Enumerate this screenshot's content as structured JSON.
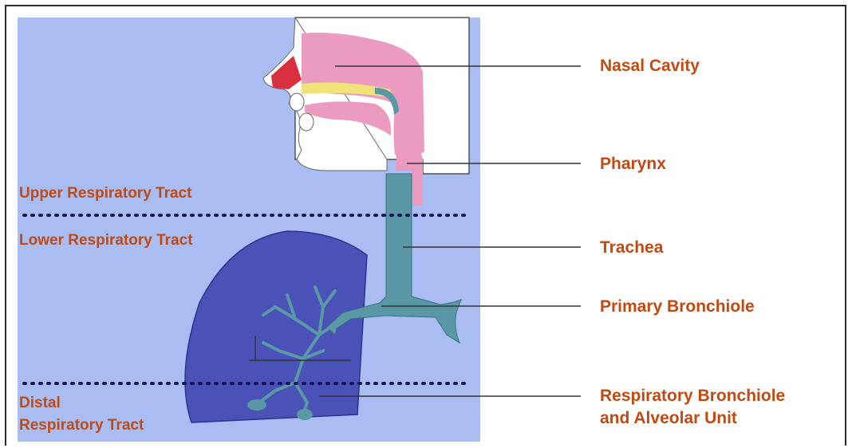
{
  "diagram": {
    "labels": {
      "nasal_cavity": "Nasal Cavity",
      "pharynx": "Pharynx",
      "trachea": "Trachea",
      "primary_bronchiole": "Primary Bronchiole",
      "respiratory_bronchiole_line1": "Respiratory Bronchiole",
      "respiratory_bronchiole_line2": "and Alveolar Unit"
    },
    "regions": {
      "upper": "Upper Respiratory Tract",
      "lower": "Lower Respiratory Tract",
      "distal_line1": "Distal",
      "distal_line2": "Respiratory Tract"
    },
    "colors": {
      "label_text": "#c04a12",
      "panel": "#a9bdf2",
      "lung": "#4a52b8",
      "airway": "#5a98a6",
      "nasal_tissue": "#eb9bbf"
    }
  }
}
